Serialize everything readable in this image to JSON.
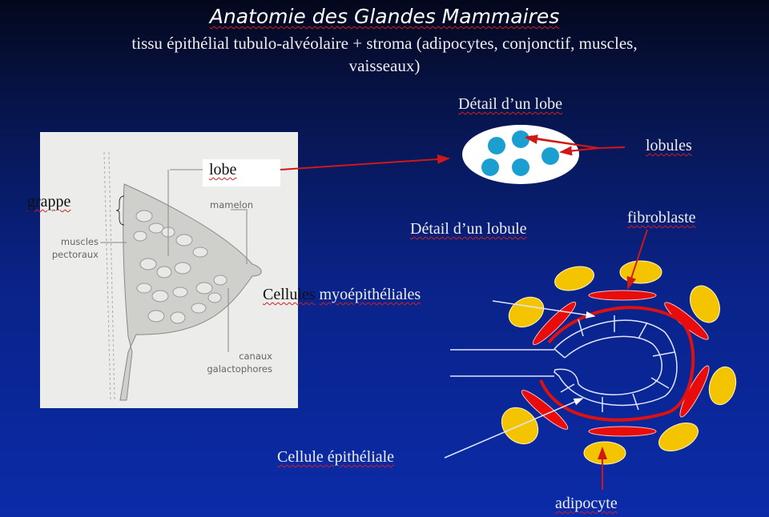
{
  "slide": {
    "title": "Anatomie des Glandes Mammaires",
    "subtitle_line1": "tissu épithélial tubulo-alvéolaire + stroma (adipocytes, conjonctif, muscles,",
    "subtitle_line2": "vaisseaux)"
  },
  "illustration": {
    "lobe": "lobe",
    "grappe": "grappe",
    "mamelon": "mamelon",
    "muscles_line1": "muscles",
    "muscles_line2": "pectoraux",
    "canaux_line1": "canaux",
    "canaux_line2": "galactophores"
  },
  "lobe_detail": {
    "title": "Détail d’un lobe",
    "lobules": "lobules"
  },
  "lobule_detail": {
    "title": "Détail d’un lobule",
    "fibroblaste": "fibroblaste",
    "myo_part1": "Cellules",
    "myo_part2": "myoépithéliales",
    "epith": "Cellule épithéliale",
    "adipocyte": "adipocyte"
  },
  "colors": {
    "adipocyte": "#f5c400",
    "fibroblast": "#e80c0c",
    "lobule_dot": "#1a9fd0",
    "arrow": "#d01818"
  }
}
